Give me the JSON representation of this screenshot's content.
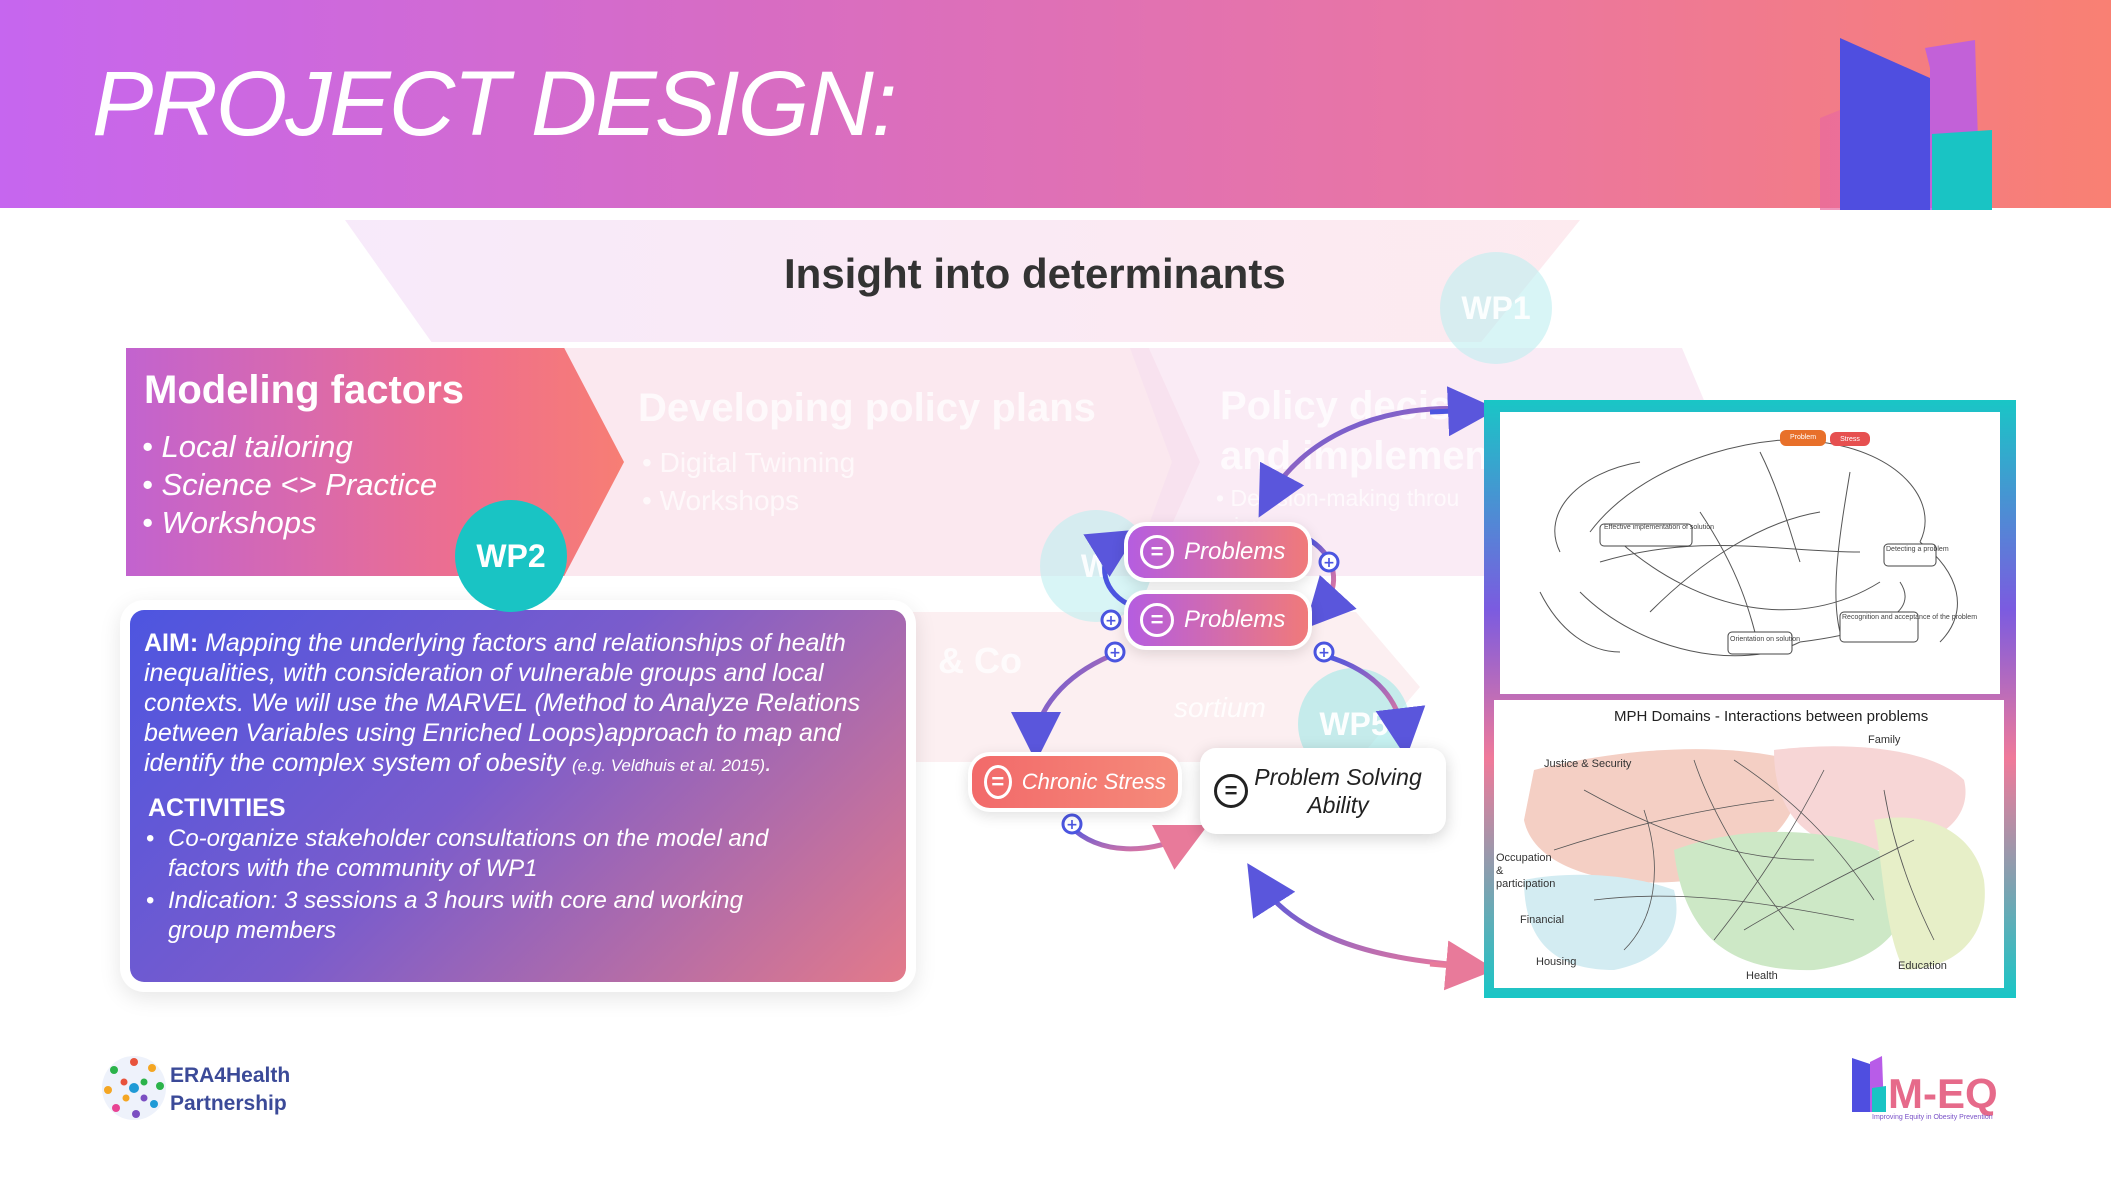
{
  "header": {
    "title": "PROJECT DESIGN:"
  },
  "band": {
    "insight_title": "Insight into determinants"
  },
  "stages": {
    "modeling": {
      "title": "Modeling factors",
      "items": [
        "Local tailoring",
        "Science <> Practice",
        "Workshops"
      ]
    },
    "policy_plans": {
      "title": "Developing policy plans",
      "items": [
        "Digital Twinning",
        "Workshops"
      ]
    },
    "policy_decisions": {
      "title_line1": "Policy decisi",
      "title_line2": "and implemen",
      "item1": "Decision-making throu",
      "item2": "ion"
    },
    "consortium": {
      "text1": "& Co",
      "text2": "sortium"
    }
  },
  "badges": {
    "wp1": "WP1",
    "wp2": "WP2",
    "wp5": "WP5",
    "wp_faded": "W"
  },
  "aim": {
    "label": "AIM:",
    "text": "Mapping the underlying factors and relationships of health inequalities, with consideration of vulnerable groups and local contexts. We will use the MARVEL (Method to Analyze Relations between Variables using Enriched Loops)approach to map and identify the complex system of obesity",
    "citation": "(e.g. Veldhuis et al. 2015)",
    "end": ".",
    "activities_title": "ACTIVITIES",
    "activities": [
      "Co-organize stakeholder consultations on the model and factors with the community of WP1",
      "Indication: 3 sessions a 3 hours with core and working group members"
    ]
  },
  "loop": {
    "problems_1": "Problems",
    "problems_2": "Problems",
    "chronic_stress": "Chronic Stress",
    "problem_solving": "Problem Solving Ability",
    "eq_symbol": "=",
    "plus_symbol": "+"
  },
  "diagram_top": {
    "nodes": {
      "problem": "Problem",
      "stress": "Stress",
      "effective": "Effective implementation of solution",
      "detecting": "Detecting a problem",
      "orientation": "Orientation on solution",
      "recognition": "Recognition and acceptance of the problem"
    }
  },
  "diagram_bottom": {
    "title": "MPH Domains - Interactions between problems",
    "domains": {
      "justice": "Justice & Security",
      "family": "Family",
      "occupation": "Occupation & participation",
      "financial": "Financial",
      "housing": "Housing",
      "health": "Health",
      "education": "Education"
    },
    "colors": {
      "justice": "#f4cfc4",
      "family": "#f7d6d6",
      "occupation": "#d3ecf2",
      "health": "#cde8c6",
      "education": "#e7efc8"
    }
  },
  "footer": {
    "era_line1": "ERA4Health",
    "era_line2": "Partnership",
    "imeq_logo": "M-EQ",
    "imeq_tagline": "Improving Equity in Obesity Prevention"
  },
  "colors": {
    "accent_teal": "#19c4c4",
    "header_start": "#c666ef",
    "header_end": "#f98073",
    "arrow_blue": "#4b55e0",
    "arrow_pink": "#f07a9a"
  }
}
